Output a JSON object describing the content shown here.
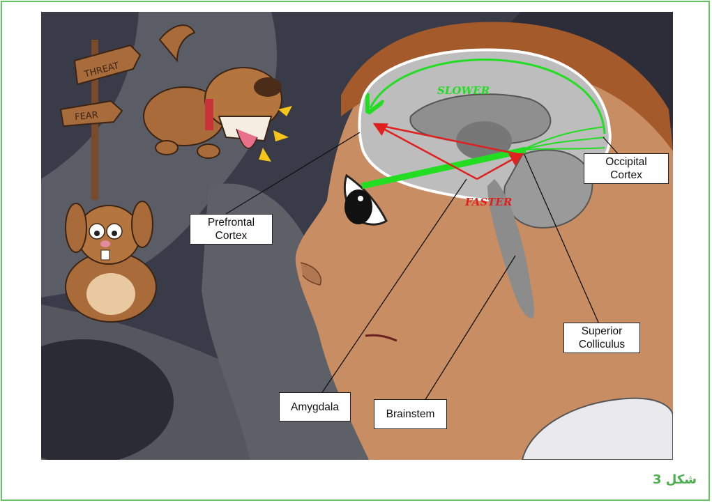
{
  "figure": {
    "caption": "شكل 3",
    "colors": {
      "frame": "#62c462",
      "caption": "#4caf50",
      "fast_path": "#e01f1f",
      "slow_path": "#22dd22"
    },
    "signs": [
      "THREAT",
      "FEAR"
    ],
    "pathway_labels": {
      "slower": "SLOWER",
      "faster": "FASTER"
    },
    "callouts": {
      "prefrontal": "Prefrontal\nCortex",
      "occipital": "Occipital\nCortex",
      "superior_colliculus": "Superior\nColliculus",
      "amygdala": "Amygdala",
      "brainstem": "Brainstem"
    }
  }
}
